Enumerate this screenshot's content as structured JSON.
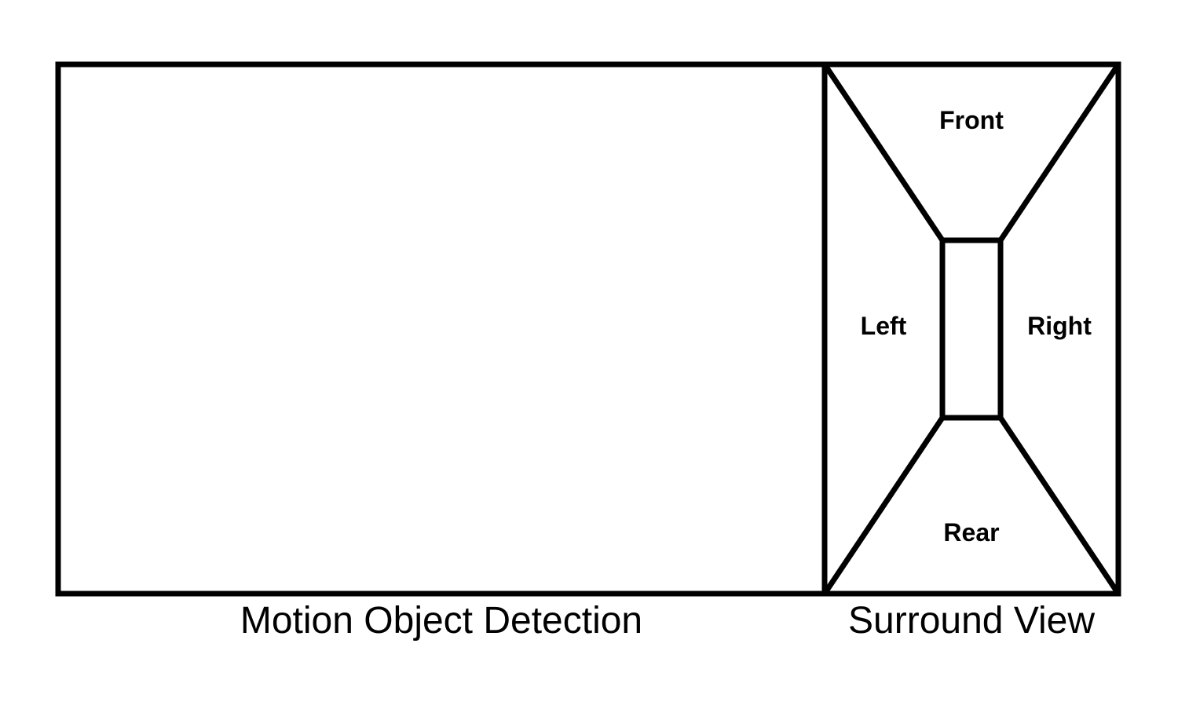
{
  "panels": {
    "left": {
      "caption": "Motion Object Detection"
    },
    "right": {
      "caption": "Surround View",
      "zones": {
        "front": "Front",
        "left": "Left",
        "right": "Right",
        "rear": "Rear"
      }
    }
  },
  "style": {
    "stroke_color": "#000000",
    "background_color": "#ffffff"
  }
}
